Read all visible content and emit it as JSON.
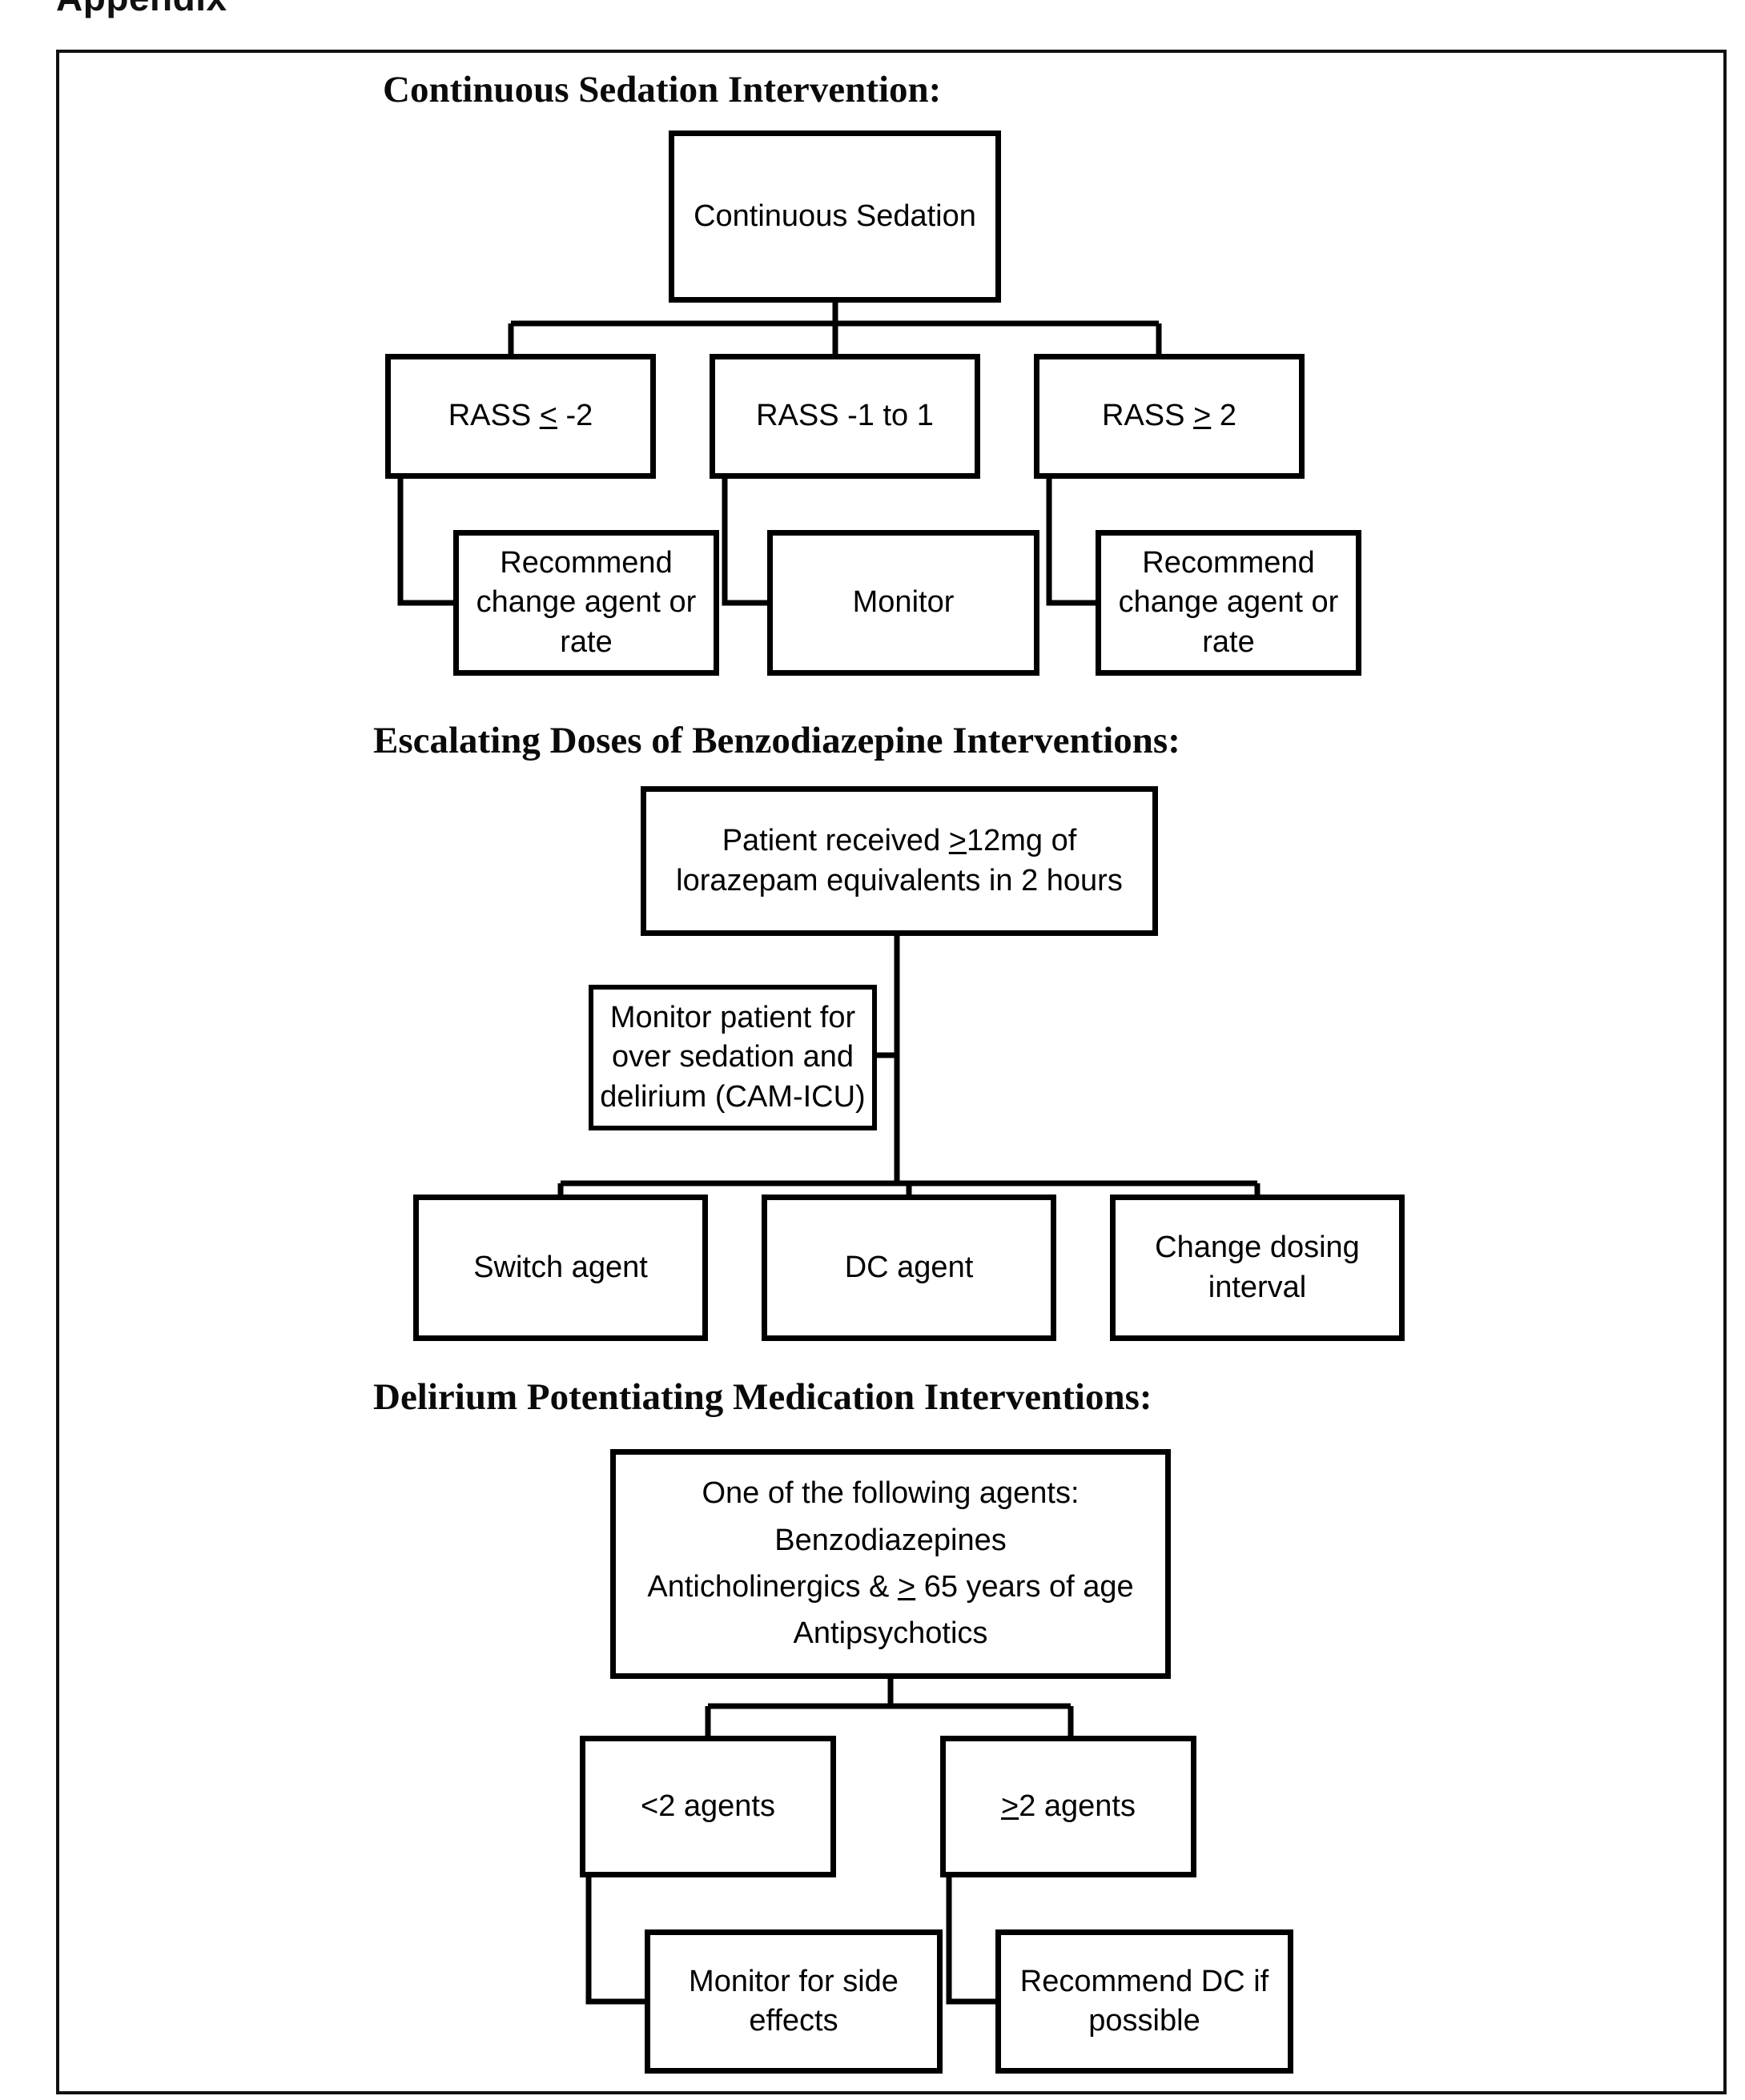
{
  "document": {
    "heading": "Appendix"
  },
  "sections": [
    {
      "id": "continuous-sedation",
      "title": "Continuous Sedation Intervention:",
      "nodes": {
        "root": "Continuous Sedation",
        "branch_left": "RASS < -2",
        "branch_left_prefix": "RASS ",
        "branch_left_op": "<",
        "branch_left_suffix": " -2",
        "branch_mid": "RASS -1 to 1",
        "branch_right_prefix": "RASS ",
        "branch_right_op": ">",
        "branch_right_suffix": " 2",
        "action_left_l1": "Recommend",
        "action_left_l2": "change agent or",
        "action_left_l3": "rate",
        "action_mid": "Monitor",
        "action_right_l1": "Recommend",
        "action_right_l2": "change agent or",
        "action_right_l3": "rate"
      }
    },
    {
      "id": "escalating-benzodiazepine",
      "title": "Escalating Doses of Benzodiazepine Interventions:",
      "nodes": {
        "root_l1_prefix": "Patient received ",
        "root_l1_op": ">",
        "root_l1_suffix": "12mg of",
        "root_l2": "lorazepam equivalents in 2 hours",
        "monitor_l1": "Monitor patient for",
        "monitor_l2": "over sedation and",
        "monitor_l3": "delirium (CAM-ICU)",
        "action_left": "Switch agent",
        "action_mid": "DC agent",
        "action_right_l1": "Change dosing",
        "action_right_l2": "interval"
      }
    },
    {
      "id": "delirium-potentiating",
      "title": "Delirium Potentiating Medication Interventions:",
      "nodes": {
        "root_l1": "One of the following agents:",
        "root_l2": "Benzodiazepines",
        "root_l3_prefix": "Anticholinergics & ",
        "root_l3_op": ">",
        "root_l3_suffix": " 65 years of age",
        "root_l4": "Antipsychotics",
        "branch_left": "<2 agents",
        "branch_right_op": ">",
        "branch_right_suffix": "2 agents",
        "action_left_l1": "Monitor for side",
        "action_left_l2": "effects",
        "action_right_l1": "Recommend DC if",
        "action_right_l2": "possible"
      }
    }
  ],
  "style": {
    "ink": "#000000",
    "paper": "#ffffff"
  }
}
